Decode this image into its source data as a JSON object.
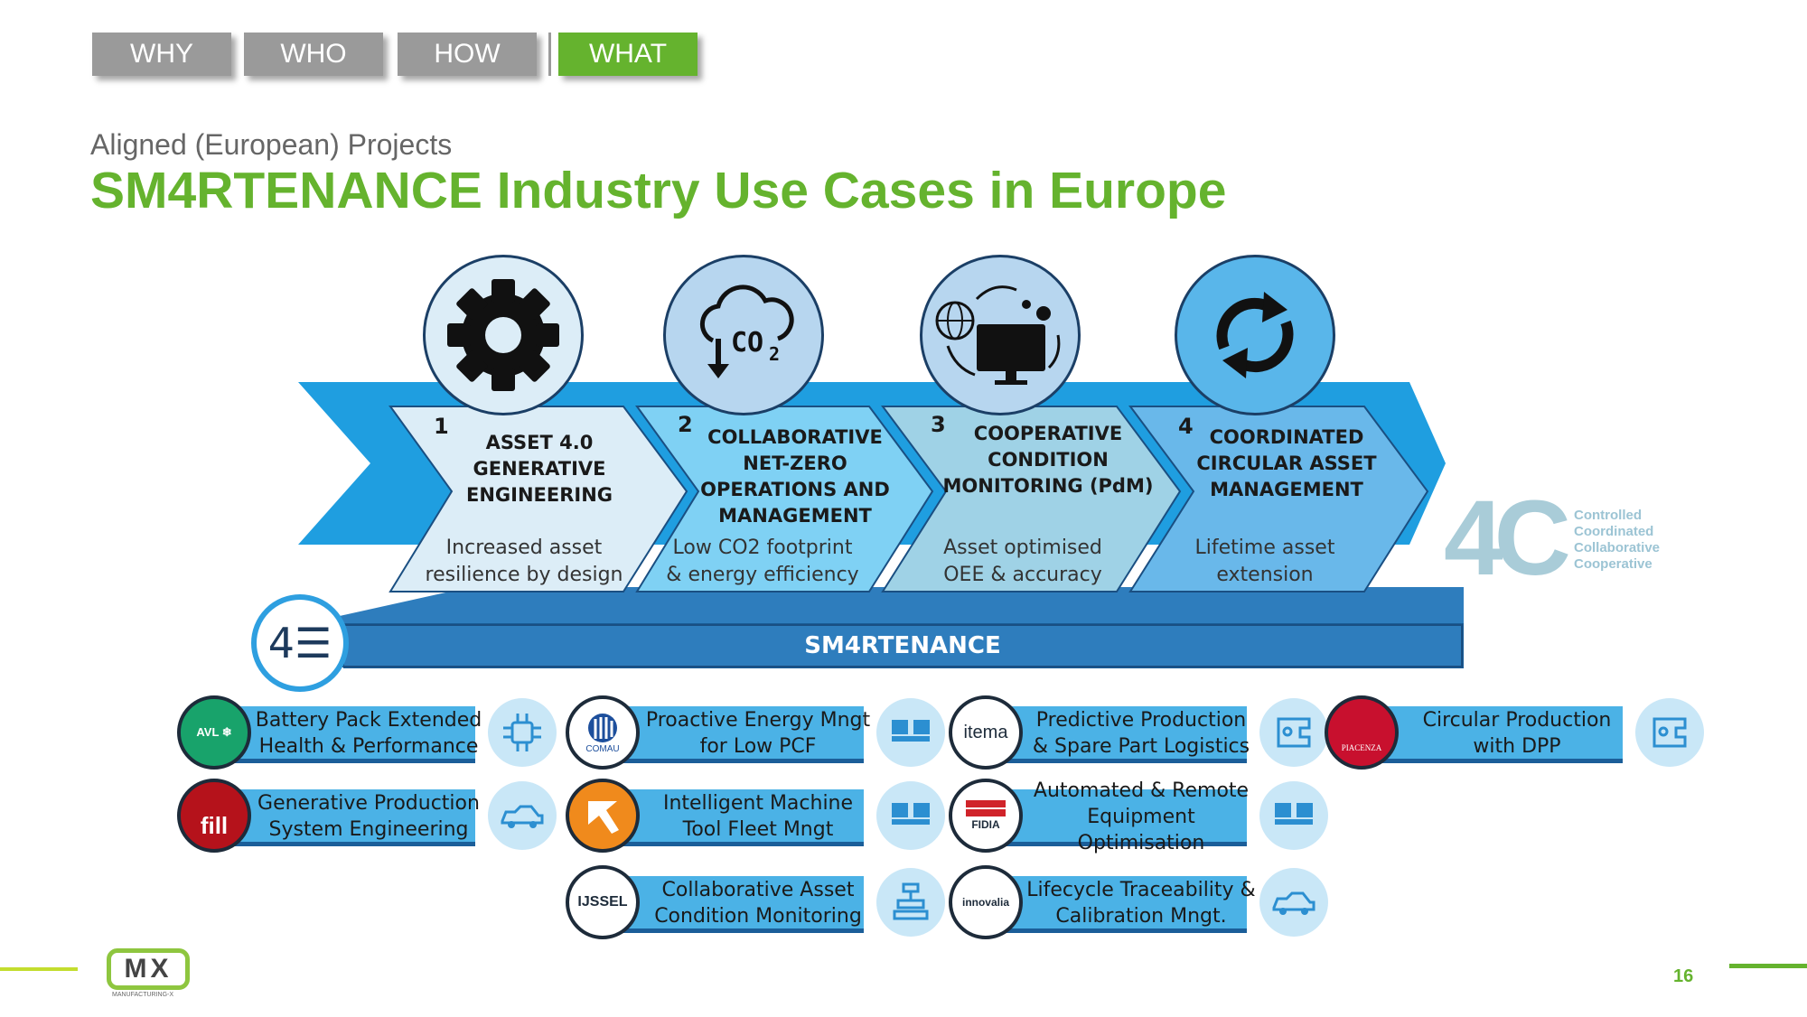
{
  "nav": {
    "tabs": [
      {
        "label": "WHY"
      },
      {
        "label": "WHO"
      },
      {
        "label": "HOW"
      },
      {
        "label": "WHAT"
      }
    ]
  },
  "header": {
    "subtitle": "Aligned (European) Projects",
    "title": "SM4RTENANCE Industry Use Cases in Europe"
  },
  "pillars": [
    {
      "number": "1",
      "title_lines": [
        "ASSET 4.0",
        "GENERATIVE",
        "ENGINEERING"
      ],
      "sub_lines": [
        "Increased asset",
        "resilience by design"
      ]
    },
    {
      "number": "2",
      "title_lines": [
        "COLLABORATIVE",
        "NET-ZERO",
        "OPERATIONS AND",
        "MANAGEMENT"
      ],
      "sub_lines": [
        "Low CO2 footprint",
        "& energy efficiency"
      ]
    },
    {
      "number": "3",
      "title_lines": [
        "COOPERATIVE",
        "CONDITION",
        "MONITORING (PdM)"
      ],
      "sub_lines": [
        "Asset optimised",
        "OEE & accuracy"
      ]
    },
    {
      "number": "4",
      "title_lines": [
        "COORDINATED",
        "CIRCULAR ASSET",
        "MANAGEMENT"
      ],
      "sub_lines": [
        "Lifetime asset",
        "extension"
      ]
    }
  ],
  "platform": {
    "label": "SM4RTENANCE",
    "badge": "4☰"
  },
  "fourc": {
    "logo": "4C",
    "lines": [
      "Controlled",
      "Coordinated",
      "Collaborative",
      "Cooperative"
    ]
  },
  "use_cases": [
    {
      "lines": [
        "Battery Pack Extended",
        "Health & Performance"
      ],
      "logo_text": "AVL ❄",
      "logo_color": "#18a36b",
      "icon": "chip-icon"
    },
    {
      "lines": [
        "Generative Production",
        "System Engineering"
      ],
      "logo_text": "fill",
      "logo_color": "#b5121b",
      "icon": "car-icon"
    },
    {
      "lines": [
        "Proactive Energy Mngt",
        "for Low PCF"
      ],
      "logo_text": "COMAU",
      "logo_color": "#1d4f9c",
      "icon": "monitor-icon"
    },
    {
      "lines": [
        "Intelligent Machine",
        "Tool Fleet Mngt"
      ],
      "logo_text": "",
      "logo_color": "#f08a1c",
      "icon": "monitor-icon"
    },
    {
      "lines": [
        "Collaborative Asset",
        "Condition Monitoring"
      ],
      "logo_text": "IJSSEL",
      "logo_color": "#1d2b3a",
      "icon": "robot-icon"
    },
    {
      "lines": [
        "Predictive Production",
        "& Spare Part Logistics"
      ],
      "logo_text": "itema",
      "logo_color": "#1d2b3a",
      "icon": "machine-icon"
    },
    {
      "lines": [
        "Automated & Remote",
        "Equipment Optimisation"
      ],
      "logo_text": "FIDIA",
      "logo_color": "#d0242a",
      "icon": "monitor-icon"
    },
    {
      "lines": [
        "Lifecycle Traceability &",
        "Calibration Mngt."
      ],
      "logo_text": "innovalia",
      "logo_color": "#c8102e",
      "icon": "car-icon"
    },
    {
      "lines": [
        "Circular Production",
        "with DPP"
      ],
      "logo_text": "PIACENZA",
      "logo_color": "#c8102e",
      "icon": "machine-icon"
    }
  ],
  "footer": {
    "logo": "MX",
    "logo_caption": "MANUFACTURING-X",
    "page_number": "16"
  },
  "colors": {
    "accent_green": "#65b32e",
    "tab_gray": "#9a9a9a",
    "arrow_blue": "#1f9ee0",
    "platform_blue": "#2e7dbd"
  }
}
